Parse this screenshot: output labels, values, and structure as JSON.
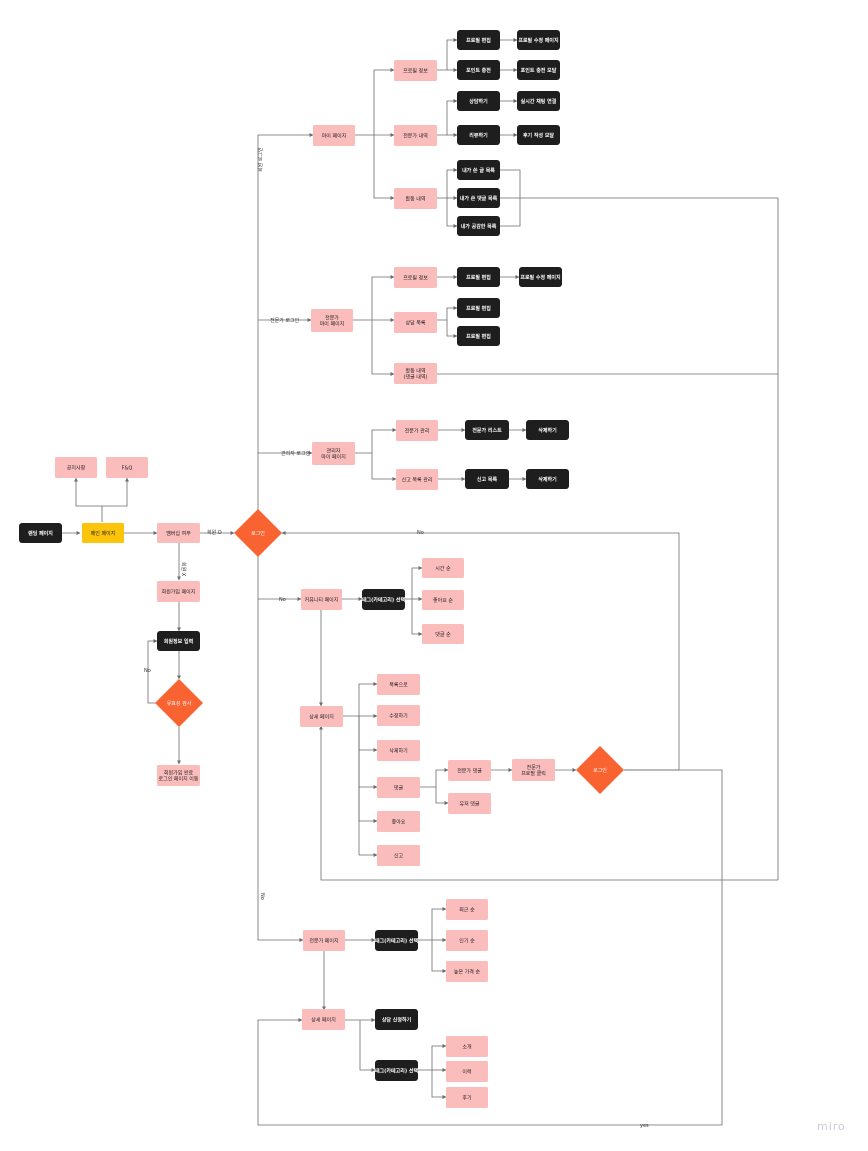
{
  "brand": "miro",
  "colors": {
    "pink": "#fbbcbc",
    "black": "#1e1e1e",
    "yellow": "#fcc40b",
    "orange": "#f96332",
    "line": "#6b6b6b"
  },
  "nodes": {
    "splash": "랜딩 페이지",
    "main": "메인 페이지",
    "notice": "공지사항",
    "faq": "F&Q",
    "member_check": "멤버십 여부",
    "login": "로그인",
    "signup": "회원가입 페이지",
    "signup_input": "회원정보 입력",
    "validation": "유효성 검사",
    "signup_done": "회원가입 완료\n로그인 페이지 이동",
    "mypage": "마이 페이지",
    "profile": "프로필 정보",
    "profile_edit": "프로필 편집",
    "profile_edit_page": "프로필 수정 페이지",
    "point_charge": "포인트 충전",
    "point_charge_modal": "포인트 충전 모달",
    "consult_history": "전문가 내역",
    "consult_reserve": "상담하기",
    "realtime_chat": "실시간 채팅 연결",
    "review_write": "리뷰하기",
    "review_modal": "후기 작성 모달",
    "activity": "활동 내역",
    "my_posts": "내가 쓴 글 목록",
    "my_comments": "내가 쓴 댓글 목록",
    "my_likes": "내가 공감한 목록",
    "expert_mypage": "전문가\n마이 페이지",
    "expert_profile": "프로필 정보",
    "expert_profile_edit": "프로필 편집",
    "expert_profile_edit_page": "프로필 수정 페이지",
    "expert_consult_list": "상담 목록",
    "expert_consult_edit1": "프로필 편집",
    "expert_consult_edit2": "프로필 편집",
    "expert_activity": "활동 내역\n(댓글 내역)",
    "admin_mypage": "관리자\n마이 페이지",
    "expert_manage": "전문가 관리",
    "expert_list": "전문가 리스트",
    "delete1": "삭제하기",
    "report_manage": "신고 목록 관리",
    "report_list": "신고 목록",
    "delete2": "삭제하기",
    "community": "커뮤니티 페이지",
    "tag_select": "태그(카테고리) 선택",
    "sort_time": "시간 순",
    "sort_like": "좋아요 순",
    "sort_comment": "댓글 순",
    "detail": "상세 페이지",
    "to_list": "목록으로",
    "edit": "수정하기",
    "delete": "삭제하기",
    "comment": "댓글",
    "expert_comment": "전문가 댓글",
    "user_comment": "유저 댓글",
    "expert_profile_click": "전문가\n프로필 클릭",
    "login2": "로그인",
    "like": "좋아요",
    "report": "신고",
    "expert_page": "전문가 페이지",
    "tag_select2": "태그(카테고리) 선택",
    "sort_recent": "최근 순",
    "sort_rating": "인기 순",
    "sort_price": "높은 가격 순",
    "expert_detail": "상세 페이지",
    "apply_consult": "상담 신청하기",
    "tag_select3": "태그(카테고리) 선택",
    "intro": "소개",
    "career": "이력",
    "reviews": "후기"
  },
  "edge_labels": {
    "user_login": "회원 로그인",
    "expert_login": "전문가 로그인",
    "admin_login": "관리자 로그인",
    "member_o": "회원 O",
    "member_x": "회원 X",
    "no1": "No",
    "no2": "No",
    "no3": "No",
    "no4": "No",
    "yes": "yes"
  }
}
